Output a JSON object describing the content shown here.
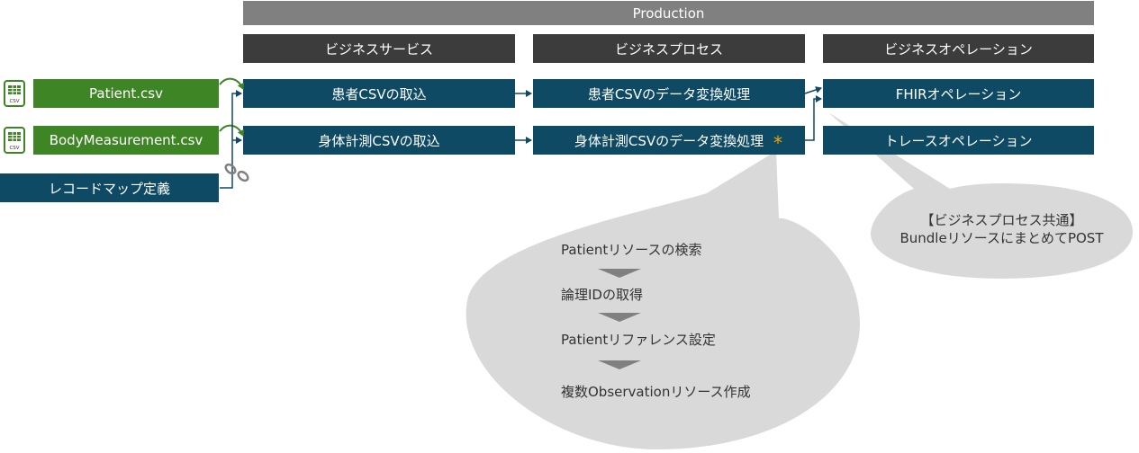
{
  "production": {
    "label": "Production"
  },
  "headers": {
    "services": "ビジネスサービス",
    "processes": "ビジネスプロセス",
    "operations": "ビジネスオペレーション"
  },
  "files": {
    "patient": "Patient.csv",
    "body": "BodyMeasurement.csv",
    "icon_label": "CSV"
  },
  "record_map": "レコードマップ定義",
  "services": {
    "patient_intake": "患者CSVの取込",
    "body_intake": "身体計測CSVの取込"
  },
  "processes": {
    "patient_convert": "患者CSVのデータ変換処理",
    "body_convert": "身体計測CSVのデータ変換処理"
  },
  "operations": {
    "fhir": "FHIRオペレーション",
    "trace": "トレースオペレーション"
  },
  "asterisk": "*",
  "steps": [
    "Patientリソースの検索",
    "論理IDの取得",
    "Patientリファレンス設定",
    "複数Observationリソース作成"
  ],
  "note": {
    "line1": "【ビジネスプロセス共通】",
    "line2": "BundleリソースにまとめてPOST"
  },
  "colors": {
    "dark_blue": "#0f4a64",
    "green": "#3e8525",
    "header_dark": "#3c3c3c",
    "production_gray": "#808080",
    "bubble_gray": "#d9d9d9",
    "asterisk": "#f0a800"
  },
  "icons": {
    "csv": "csv-file-icon",
    "link": "chain-link-icon",
    "connector": "curved-arrow-icon"
  }
}
